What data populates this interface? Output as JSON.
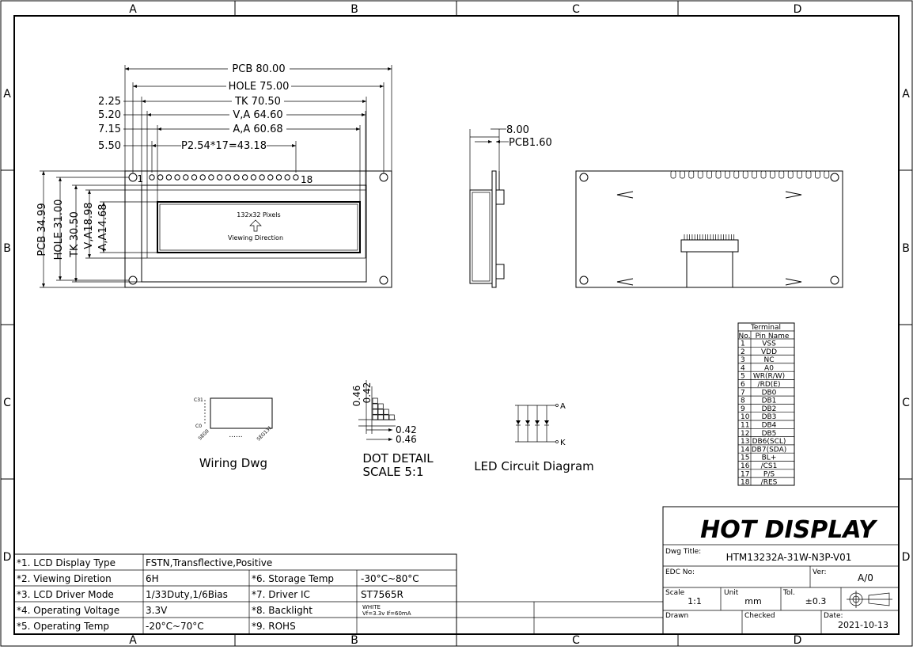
{
  "zones": {
    "columns": [
      "A",
      "B",
      "C",
      "D"
    ],
    "rows": [
      "A",
      "B",
      "C",
      "D"
    ]
  },
  "dimensions": {
    "pcb": "PCB 80.00",
    "hole": "HOLE 75.00",
    "tk": "TK 70.50",
    "va": "V,A 64.60",
    "aa": "A,A 60.68",
    "pitch": "P2.54*17=43.18",
    "d225": "2.25",
    "d520": "5.20",
    "d715": "7.15",
    "d550": "5.50",
    "pin_first": "1",
    "pin_last": "18",
    "thick": "8.00",
    "pcb_thick": "PCB1.60",
    "v_pcb": "PCB 34.99",
    "v_hole": "HOLE 31.00",
    "v_tk": "TK 30.50",
    "v_va": "V,A18.98",
    "v_aa": "A,A14.68"
  },
  "lcd": {
    "pixels": "132x32 Pixels",
    "viewing": "Viewing Direction"
  },
  "wiring": {
    "title": "Wiring Dwg",
    "c31": "C31",
    "c0": "C0",
    "seg0": "SEG0",
    "seg131": "SEG131",
    "dots": "......"
  },
  "dot_detail": {
    "title1": "DOT DETAIL",
    "title2": "SCALE 5:1",
    "v046": "0.46",
    "v042": "0.42",
    "h042": "0.42",
    "h046": "0.46"
  },
  "led": {
    "title": "LED Circuit Diagram",
    "a": "A",
    "k": "K"
  },
  "terminal": {
    "title": "Terminal",
    "col_no": "No.",
    "col_name": "Pin Name",
    "pins": [
      [
        "1",
        "VSS"
      ],
      [
        "2",
        "VDD"
      ],
      [
        "3",
        "NC"
      ],
      [
        "4",
        "A0"
      ],
      [
        "5",
        "WR(R/W)"
      ],
      [
        "6",
        "/RD(E)"
      ],
      [
        "7",
        "DB0"
      ],
      [
        "8",
        "DB1"
      ],
      [
        "9",
        "DB2"
      ],
      [
        "10",
        "DB3"
      ],
      [
        "11",
        "DB4"
      ],
      [
        "12",
        "DB5"
      ],
      [
        "13",
        "DB6(SCL)"
      ],
      [
        "14",
        "DB7(SDA)"
      ],
      [
        "15",
        "BL+"
      ],
      [
        "16",
        "/CS1"
      ],
      [
        "17",
        "P/S"
      ],
      [
        "18",
        "/RES"
      ]
    ]
  },
  "specs": [
    {
      "label": "*1. LCD Display Type",
      "value": "FSTN,Transflective,Positive"
    },
    {
      "label": "*2. Viewing Diretion",
      "value": "6H",
      "label2": "*6. Storage Temp",
      "value2": "-30°C~80°C"
    },
    {
      "label": "*3. LCD Driver Mode",
      "value": "1/33Duty,1/6Bias",
      "label2": "*7. Driver IC",
      "value2": "ST7565R"
    },
    {
      "label": "*4. Operating Voltage",
      "value": "3.3V",
      "label2": "*8. Backlight",
      "value2a": "WHITE",
      "value2b": "Vf=3.3v If=60mA"
    },
    {
      "label": "*5. Operating Temp",
      "value": "-20°C~70°C",
      "label2": "*9. ROHS",
      "value2": ""
    }
  ],
  "title_block": {
    "company": "HOT DISPLAY",
    "dwg_title_label": "Dwg Title:",
    "dwg_title": "HTM13232A-31W-N3P-V01",
    "edc_label": "EDC No:",
    "ver_label": "Ver:",
    "ver": "A/0",
    "scale_label": "Scale",
    "scale": "1:1",
    "unit_label": "Unit",
    "unit": "mm",
    "tol_label": "Tol.",
    "tol": "±0.3",
    "drawn_label": "Drawn",
    "checked_label": "Checked",
    "date_label": "Date:",
    "date": "2021-10-13"
  }
}
